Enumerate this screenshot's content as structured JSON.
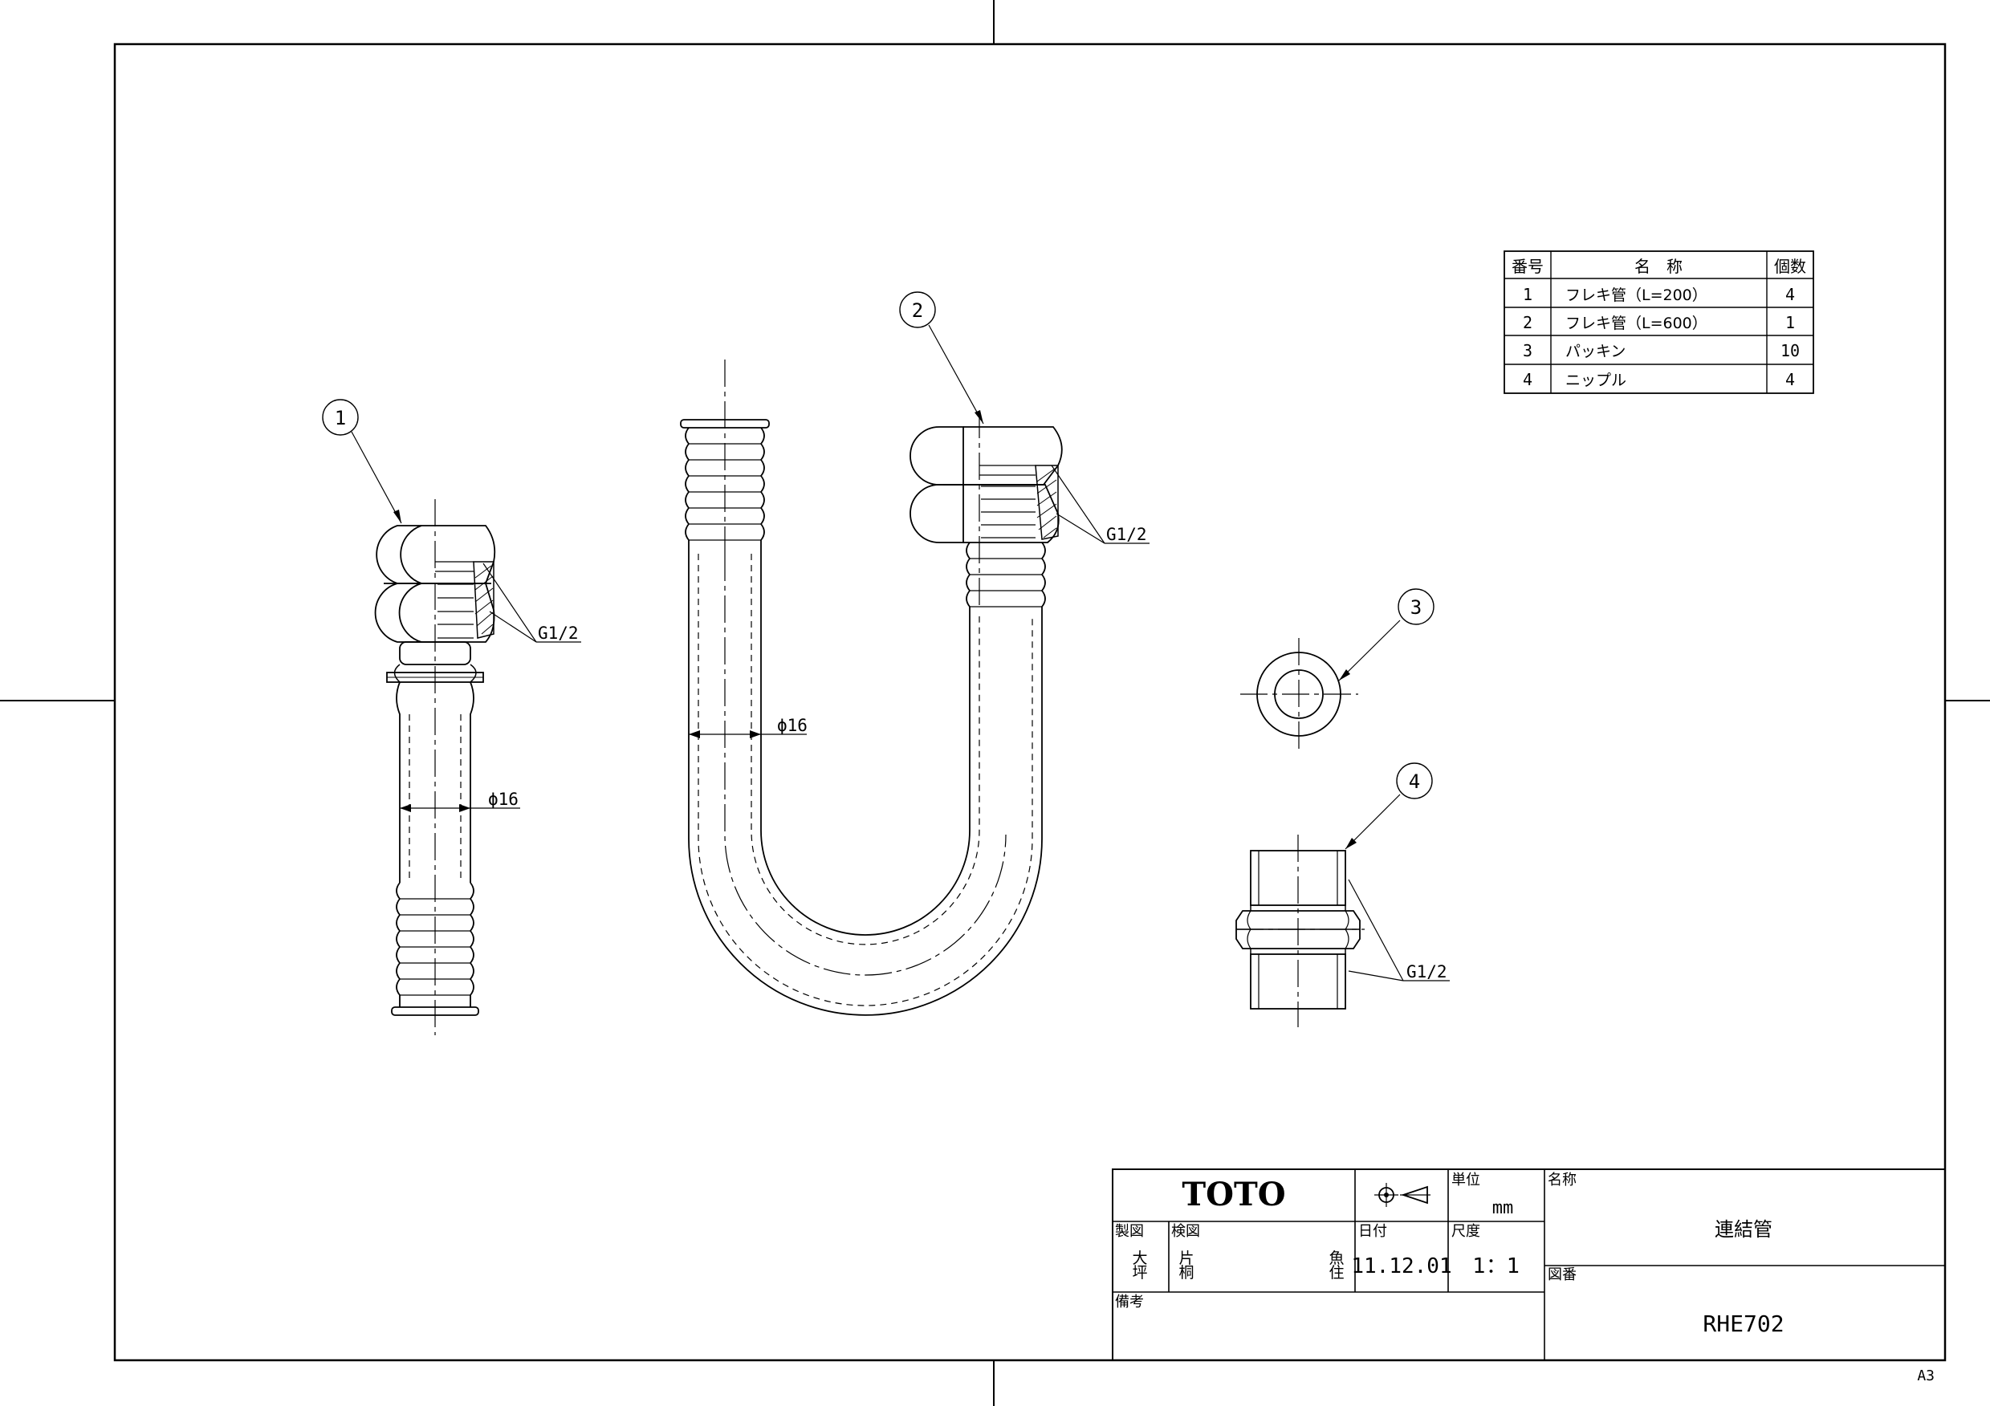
{
  "parts_table": {
    "headers": [
      "番号",
      "名　称",
      "個数"
    ],
    "rows": [
      {
        "no": "1",
        "name": "フレキ管（L=200）",
        "qty": "4"
      },
      {
        "no": "2",
        "name": "フレキ管（L=600）",
        "qty": "1"
      },
      {
        "no": "3",
        "name": "パッキン",
        "qty": "10"
      },
      {
        "no": "4",
        "name": "ニップル",
        "qty": "4"
      }
    ]
  },
  "callouts": {
    "c1": "1",
    "c2": "2",
    "c3": "3",
    "c4": "4"
  },
  "dimensions": {
    "thread_1": "G1/2",
    "thread_2": "G1/2",
    "thread_4": "G1/2",
    "diameter_1": "ϕ16",
    "diameter_2": "ϕ16"
  },
  "title_block": {
    "logo": "TOTO",
    "unit_label": "単位",
    "unit_value": "mm",
    "name_label": "名称",
    "name_value": "連結管",
    "drawn_label": "製図",
    "drawn_by_1": "大",
    "drawn_by_2": "坪",
    "checked_label": "検図",
    "checked_by_1": "片",
    "checked_by_2": "桐",
    "checked_by_3": "魚",
    "checked_by_4": "住",
    "date_label": "日付",
    "date_value": "11.12.01",
    "scale_label": "尺度",
    "scale_value": "1：1",
    "drawing_no_label": "図番",
    "drawing_no_value": "RHE702",
    "remarks_label": "備考"
  },
  "sheet_size": "A3"
}
